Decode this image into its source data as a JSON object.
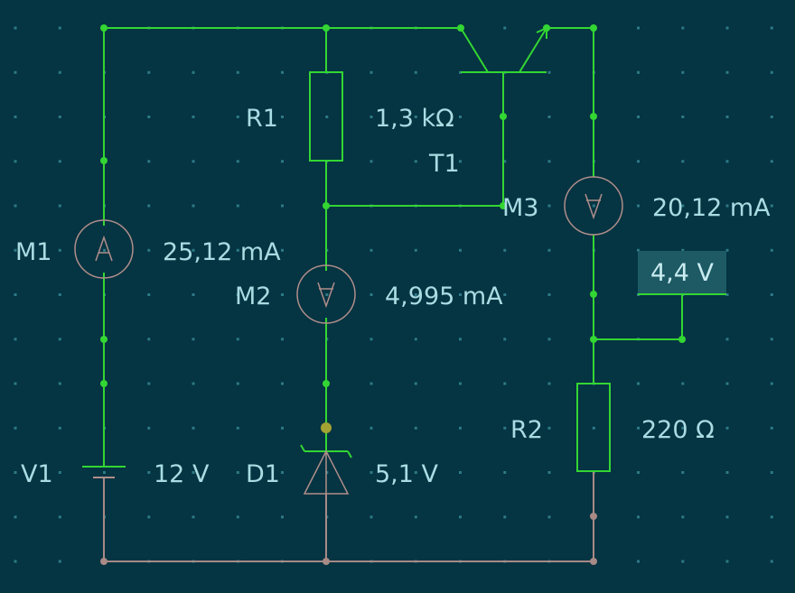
{
  "colors": {
    "background": "#053442",
    "grid_dot": "#2d7a86",
    "wire_active": "#33d633",
    "wire_ground": "#a88a87",
    "symbol": "#b08e8b",
    "label": "#a9dce3",
    "probe_box": "#1d5a64"
  },
  "components": {
    "V1": {
      "name": "V1",
      "value": "12 V"
    },
    "M1": {
      "name": "M1",
      "value": "25,12 mA"
    },
    "R1": {
      "name": "R1",
      "value": "1,3 kΩ"
    },
    "T1": {
      "name": "T1"
    },
    "M2": {
      "name": "M2",
      "value": "4,995 mA"
    },
    "D1": {
      "name": "D1",
      "value": "5,1 V"
    },
    "M3": {
      "name": "M3",
      "value": "20,12 mA"
    },
    "R2": {
      "name": "R2",
      "value": "220 Ω"
    }
  },
  "probe": {
    "value": "4,4 V"
  },
  "icons": {
    "ammeter": "ammeter-symbol-icon",
    "voltmeter": "voltmeter-symbol-icon",
    "battery": "battery-symbol-icon",
    "zener": "zener-diode-symbol-icon",
    "transistor": "pnp-transistor-symbol-icon"
  }
}
